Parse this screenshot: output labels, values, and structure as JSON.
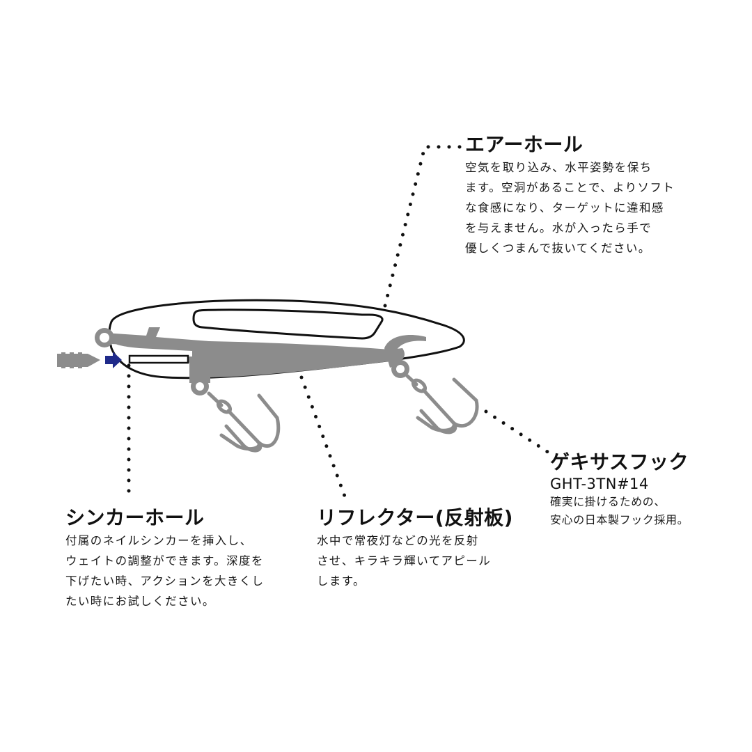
{
  "colors": {
    "metal_gray": "#8c8c8c",
    "outline": "#111111",
    "arrow_blue": "#1f2a8a",
    "background": "#ffffff"
  },
  "callouts": {
    "air_hole": {
      "title": "エアーホール",
      "description": "空気を取り込み、水平姿勢を保ち\nます。空洞があることで、よりソフト\nな食感になり、ターゲットに違和感\nを与えません。水が入ったら手で\n優しくつまんで抜いてください。"
    },
    "hook": {
      "title": "ゲキサスフック",
      "model": "GHT-3TN#14",
      "description": "確実に掛けるための、\n安心の日本製フック採用。"
    },
    "sinker_hole": {
      "title": "シンカーホール",
      "description": "付属のネイルシンカーを挿入し、\nウェイトの調整ができます。深度を\n下げたい時、アクションを大きくし\nたい時にお試しください。"
    },
    "reflector": {
      "title": "リフレクター(反射板)",
      "description": "水中で常夜灯などの光を反射\nさせ、キラキラ輝いてアピール\nします。"
    }
  },
  "diagram": {
    "parts": [
      "lure-body",
      "air-hole",
      "sinker-hole",
      "reflector-plate",
      "line-eye",
      "front-treble-hook",
      "rear-treble-hook",
      "nail-sinker",
      "insert-arrow"
    ]
  }
}
